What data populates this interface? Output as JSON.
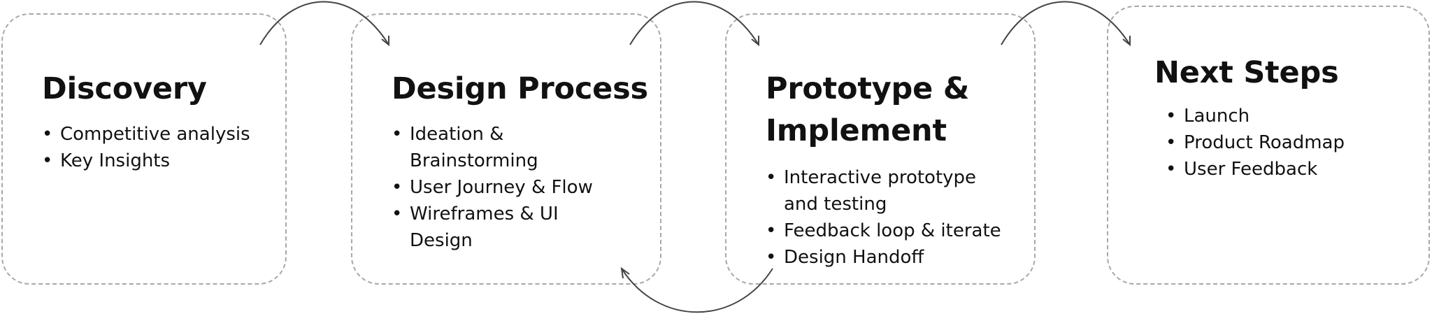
{
  "steps": [
    {
      "title": "Discovery",
      "items": [
        "Competitive analysis",
        "Key Insights"
      ]
    },
    {
      "title": "Design Process",
      "items": [
        "Ideation &\nBrainstorming",
        "User Journey & Flow",
        "Wireframes & UI\nDesign"
      ]
    },
    {
      "title": "Prototype &\nImplement",
      "items": [
        "Interactive prototype\nand testing",
        "Feedback loop & iterate",
        "Design Handoff"
      ]
    },
    {
      "title": "Next Steps",
      "items": [
        "Launch",
        "Product Roadmap",
        "User Feedback"
      ]
    }
  ],
  "arrows": [
    {
      "from": "Discovery",
      "to": "Design Process",
      "icon": "curved-arrow-icon"
    },
    {
      "from": "Design Process",
      "to": "Prototype & Implement",
      "icon": "curved-arrow-icon"
    },
    {
      "from": "Prototype & Implement",
      "to": "Next Steps",
      "icon": "curved-arrow-icon"
    },
    {
      "from": "Prototype & Implement",
      "to": "Design Process",
      "icon": "curved-arrow-icon"
    }
  ]
}
